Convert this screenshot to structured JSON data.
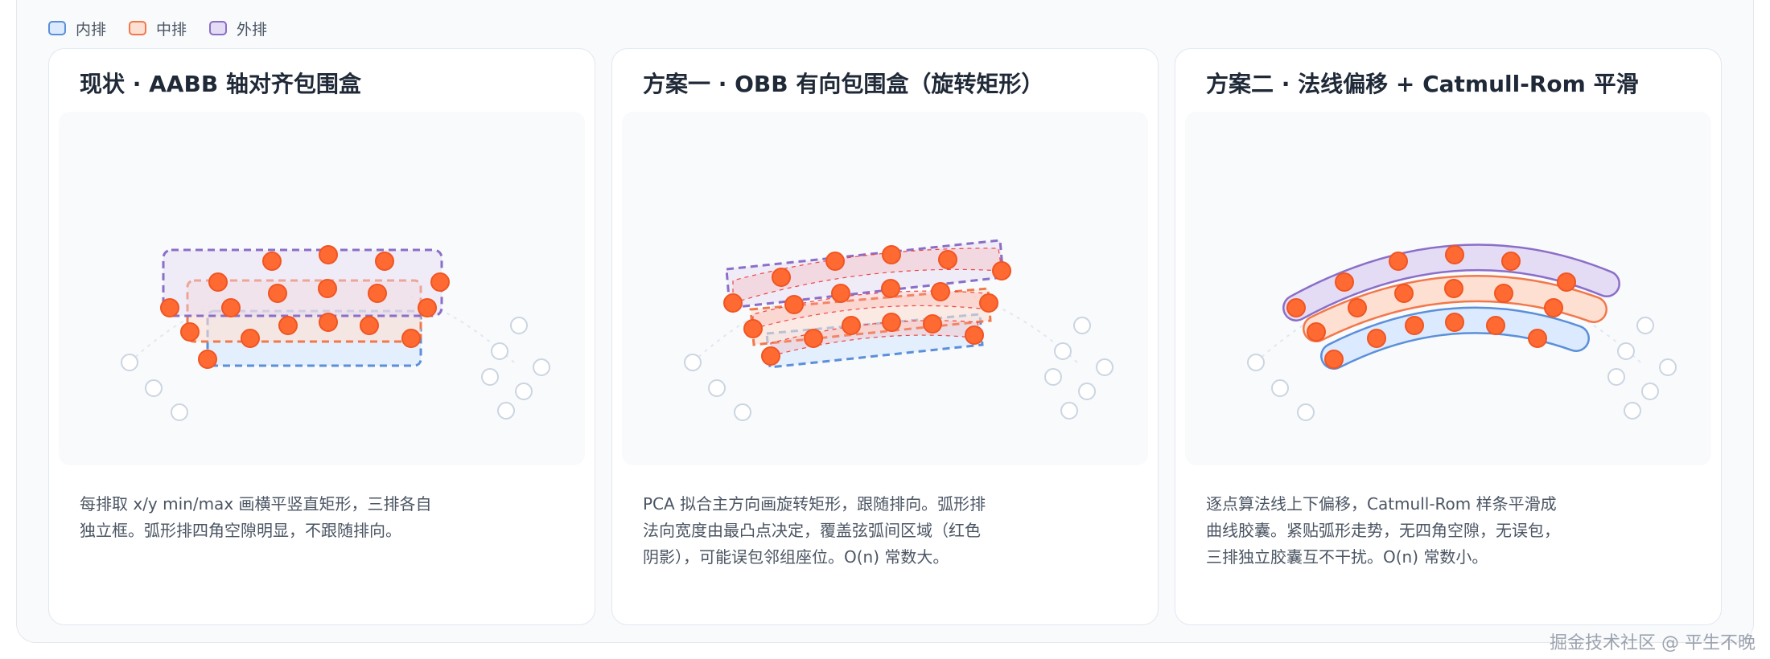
{
  "legend": {
    "items": [
      {
        "label": "内排",
        "fill": "#dbeafe",
        "stroke": "#5b8fd9"
      },
      {
        "label": "中排",
        "fill": "#fde0d2",
        "stroke": "#f2784b"
      },
      {
        "label": "外排",
        "fill": "#e4dcf5",
        "stroke": "#8b6ec7"
      }
    ]
  },
  "colors": {
    "seat": "#ff6a33",
    "seat_stroke": "#f05522",
    "empty_seat": "#cbd5e1",
    "inner": "#5b8fd9",
    "middle": "#f2784b",
    "outer": "#8b6ec7",
    "risk_fill": "#fca5a5"
  },
  "cards": [
    {
      "title": "现状 · AABB 轴对齐包围盒",
      "desc_lines": [
        "每排取 x/y min/max 画横平竖直矩形，三排各自",
        "独立框。弧形排四角空隙明显，不跟随排向。"
      ],
      "method": "aabb"
    },
    {
      "title": "方案一 · OBB 有向包围盒（旋转矩形）",
      "desc_lines": [
        "PCA 拟合主方向画旋转矩形，跟随排向。弧形排",
        "法向宽度由最凸点决定，覆盖弦弧间区域（红色",
        "阴影），可能误包邻组座位。O(n) 常数大。"
      ],
      "method": "obb"
    },
    {
      "title": "方案二 · 法线偏移 + Catmull-Rom 平滑",
      "desc_lines": [
        "逐点算法线上下偏移，Catmull-Rom 样条平滑成",
        "曲线胶囊。紧贴弧形走势，无四角空隙，无误包，",
        "三排独立胶囊互不干扰。O(n) 常数小。"
      ],
      "method": "capsule"
    }
  ],
  "watermark": "掘金技术社区 @ 平生不晚"
}
